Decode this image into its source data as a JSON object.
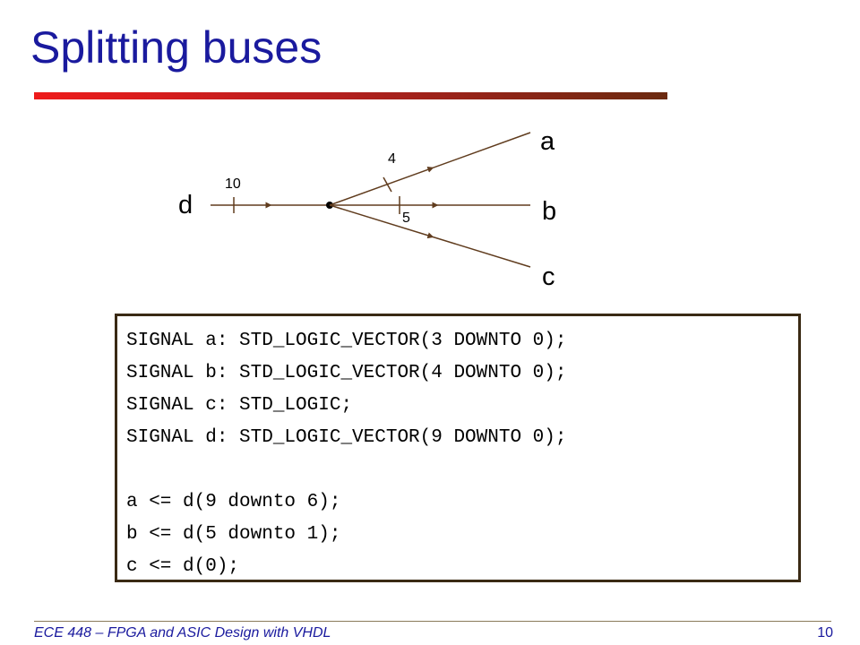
{
  "slide": {
    "title": "Splitting buses",
    "footer": "ECE 448 – FPGA and ASIC Design with VHDL",
    "page_number": "10"
  },
  "diagram": {
    "input_label": "d",
    "input_width": "10",
    "outputs": [
      {
        "name": "a",
        "width": "4"
      },
      {
        "name": "b",
        "width": "5"
      },
      {
        "name": "c",
        "width": ""
      }
    ],
    "line_color": "#603c1e"
  },
  "code": {
    "lines": [
      "SIGNAL a: STD_LOGIC_VECTOR(3 DOWNTO 0);",
      "SIGNAL b: STD_LOGIC_VECTOR(4 DOWNTO 0);",
      "SIGNAL c: STD_LOGIC;",
      "SIGNAL d: STD_LOGIC_VECTOR(9 DOWNTO 0);",
      "",
      "a <= d(9 downto 6);",
      "b <= d(5 downto 1);",
      "c <= d(0);"
    ]
  },
  "colors": {
    "title": "#1a1a9e",
    "title_bar_start": "#ee1b1b",
    "title_bar_end": "#6b2a10",
    "code_border": "#3a2a14"
  }
}
